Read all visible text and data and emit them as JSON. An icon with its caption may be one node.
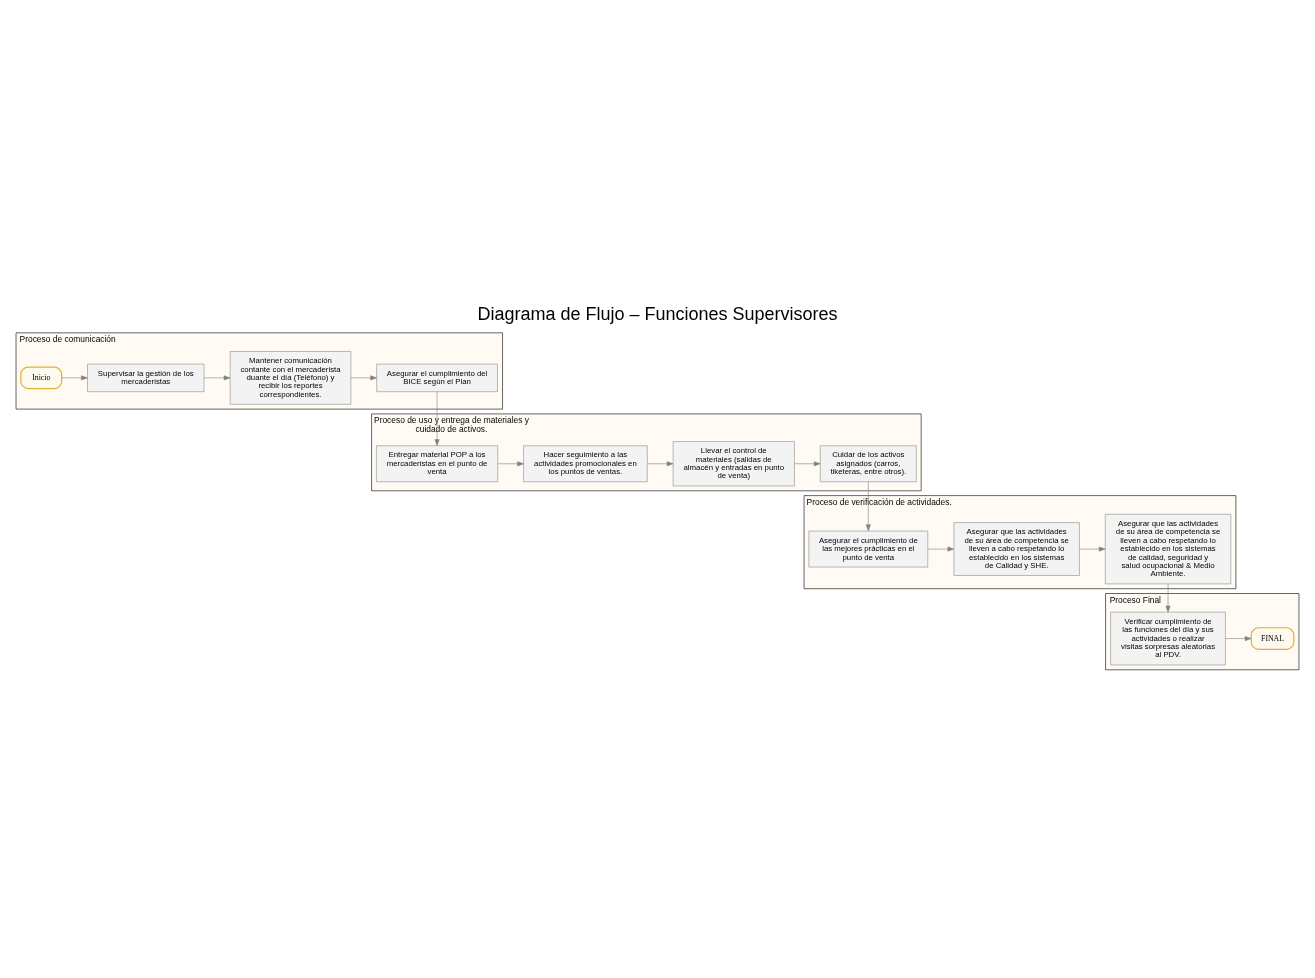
{
  "diagram": {
    "title": "Diagrama de Flujo – Funciones Supervisores",
    "nodes": [
      {
        "text": [
          "Proceso de comunicación"
        ]
      },
      {
        "text": [
          "Inicio"
        ],
        "in": 0
      },
      {
        "text": [
          "Supervisar la gestión de los mercaderistas"
        ],
        "in": 0
      },
      {
        "text": [
          "Mantener comunicación contante con el mercaderista duante el día (Teléfono) y recibir los reportes correspondientes."
        ],
        "in": 0
      },
      {
        "text": [
          "Asegurar el cumplimiento del BICE según el Plan"
        ],
        "in": 0
      },
      {
        "text": [
          "Proceso de uso y entrega de materiales y cuidado de activos."
        ]
      },
      {
        "text": [
          "Cuidar de los activos asignados (carros, tiketeras, entre otros)."
        ],
        "in": 5
      },
      {
        "text": [
          "Llevar el control de materiales (salidas de almacén y entradas en punto de venta)"
        ],
        "in": 5
      },
      {
        "text": [
          "Hacer seguimiento a las actividades promocionales en los puntos de ventas."
        ],
        "in": 5
      },
      {
        "text": [
          "Entregar material POP a los mercaderistas en el punto de venta"
        ],
        "in": 5
      },
      {
        "text": [
          "Proceso de verificación de actividades."
        ]
      },
      {
        "text": [
          "Asegurar el cumplimiento de las mejores prácticas en el punto de venta"
        ],
        "in": 10
      },
      {
        "text": [
          "Asegurar que las actividades de su área de competencia se lleven a cabo respetando lo establecido en los sistemas de Calidad y SHE."
        ],
        "in": 10
      },
      {
        "text": [
          "Asegurar que las actividades de su área de competencia se lleven a cabo respetando lo establecido en los sistemas de calidad, seguridad y salud ocupacional & Medio Ambiente."
        ],
        "in": 10
      },
      {
        "text": [
          "Proceso Final"
        ]
      },
      {
        "text": [
          "FINAL"
        ],
        "in": 14
      },
      {
        "text": [
          "Verificar cumplimiento de las funciones del día y sus actividades o realizar visitas sorpresas aleatorias al PDV."
        ],
        "in": 14
      }
    ],
    "edges": [
      {
        "from": 1,
        "to": 2,
        "arrow": "to"
      },
      {
        "from": 2,
        "to": 3,
        "arrow": "to"
      },
      {
        "from": 3,
        "to": 4,
        "arrow": "to"
      },
      {
        "from": 4,
        "to": 9,
        "arrow": "to"
      },
      {
        "from": 9,
        "to": 8,
        "arrow": "to"
      },
      {
        "from": 8,
        "to": 7,
        "arrow": "to"
      },
      {
        "from": 7,
        "to": 6,
        "arrow": "to"
      },
      {
        "from": 6,
        "to": 11,
        "arrow": "to"
      },
      {
        "from": 11,
        "to": 12,
        "arrow": "to"
      },
      {
        "from": 12,
        "to": 13,
        "arrow": "to"
      },
      {
        "from": 13,
        "to": 16,
        "arrow": "to"
      },
      {
        "from": 16,
        "to": 15,
        "arrow": "to"
      }
    ]
  }
}
